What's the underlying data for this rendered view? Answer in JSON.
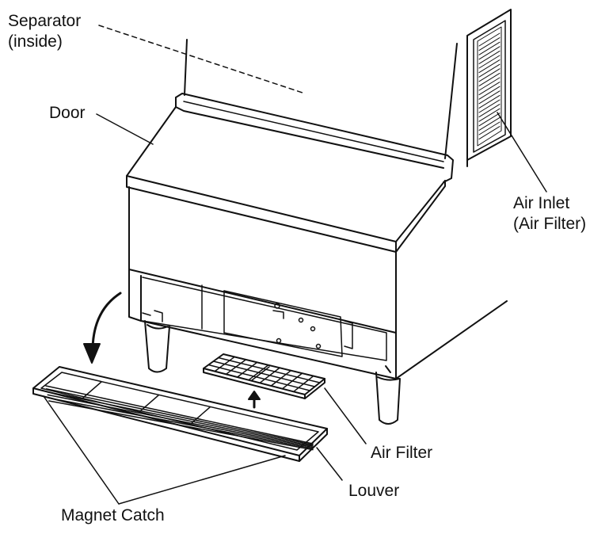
{
  "labels": {
    "separator": {
      "line1": "Separator",
      "line2": "(inside)"
    },
    "door": "Door",
    "air_inlet": {
      "line1": "Air Inlet",
      "line2": "(Air Filter)"
    },
    "air_filter": "Air Filter",
    "louver": "Louver",
    "magnet_catch": "Magnet Catch"
  },
  "colors": {
    "line": "#111111",
    "background": "#ffffff"
  }
}
